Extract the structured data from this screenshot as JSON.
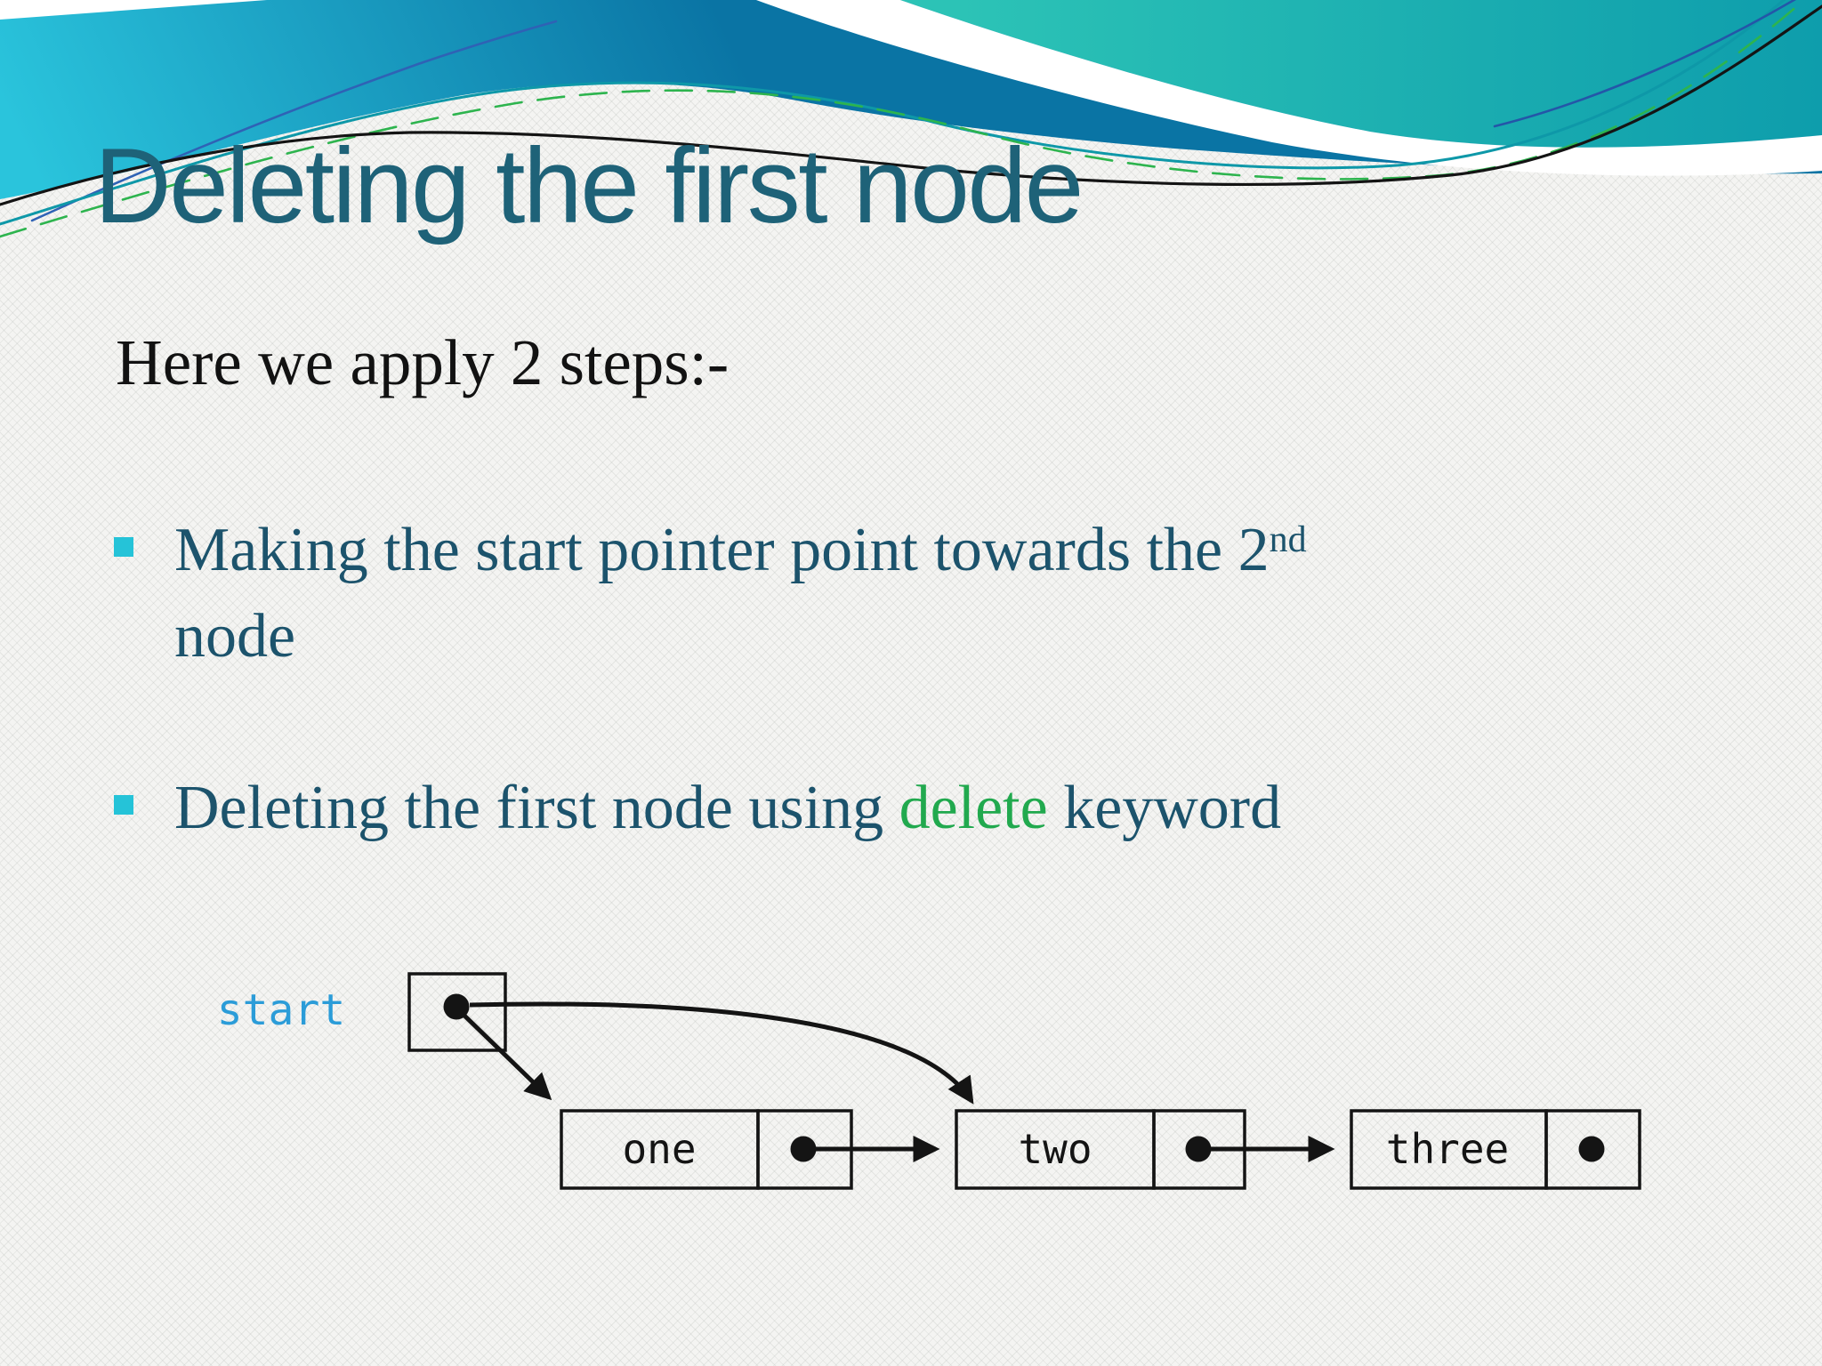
{
  "slide": {
    "title": "Deleting the first node",
    "intro": "Here we apply 2 steps:-",
    "bullet1": {
      "text": "Making the start pointer point towards the 2",
      "sup": "nd",
      "line2": "node"
    },
    "bullet2": {
      "lead": "Deleting the first node using ",
      "keyword": "delete",
      "tail": " keyword"
    }
  },
  "diagram": {
    "pointer_label": "start",
    "node1": "one",
    "node2": "two",
    "node3": "three"
  },
  "colors": {
    "title_teal": "#1e6278",
    "bullet_teal": "#1c536c",
    "body_black": "#121212",
    "keyword_green": "#21a94e",
    "start_label_blue": "#2b9cd8",
    "bullet_marker_cyan": "#25c3d8",
    "wave_blue_top": "#0a74a4",
    "wave_blue_bottom": "#2ac4dc",
    "wave_teal_left": "#2cc3b6",
    "wave_teal_right": "#0e9dac",
    "background": "#f4f4f2"
  }
}
